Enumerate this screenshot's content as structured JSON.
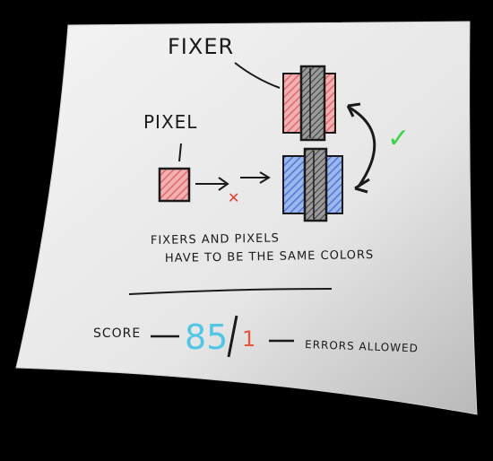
{
  "labels": {
    "fixer": "FIXER",
    "pixel": "PIXEL",
    "rule_line1": "FIXERS AND PIXELS",
    "rule_line2": "HAVE TO BE THE SAME COLORS",
    "score_label": "SCORE",
    "score_value": "85",
    "errors_value": "1",
    "errors_label": "ERRORS ALLOWED"
  },
  "marks": {
    "wrong": "✕",
    "right": "✓"
  },
  "colors": {
    "background": "#000000",
    "paper": "#eaeaea",
    "ink": "#1a1a1a",
    "red": "#e06a6a",
    "blue": "#4a78d8",
    "check_green": "#3bd34a",
    "wrong_red": "#e53a2f",
    "score_cyan": "#4fc6e6",
    "errors_red": "#e8553d"
  },
  "icons": [
    "red-pixel-icon",
    "red-fixer-icon",
    "blue-fixer-icon",
    "arrow-icon",
    "cross-icon",
    "check-icon"
  ]
}
